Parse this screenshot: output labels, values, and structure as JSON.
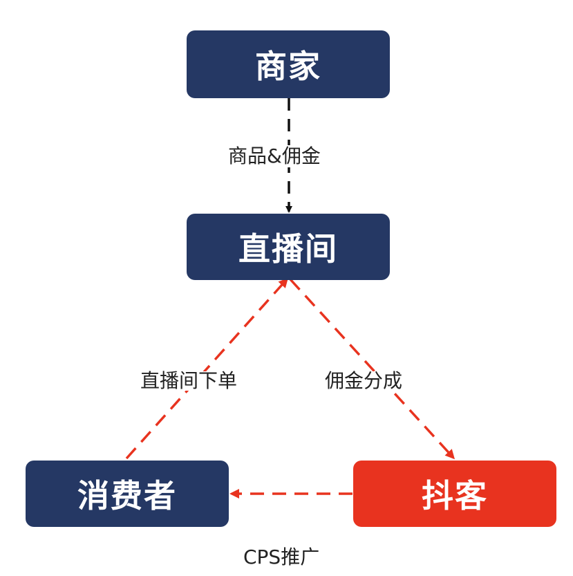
{
  "nodes": {
    "merchant": "商家",
    "live_room": "直播间",
    "consumer": "消费者",
    "douke": "抖客"
  },
  "edges": {
    "merchant_to_live": "商品&佣金",
    "consumer_to_live": "直播间下单",
    "live_to_douke": "佣金分成",
    "douke_to_consumer": "CPS推广"
  },
  "colors": {
    "node_primary": "#253864",
    "node_accent": "#e8331f",
    "edge_black": "#111111",
    "edge_red": "#e8331f"
  }
}
